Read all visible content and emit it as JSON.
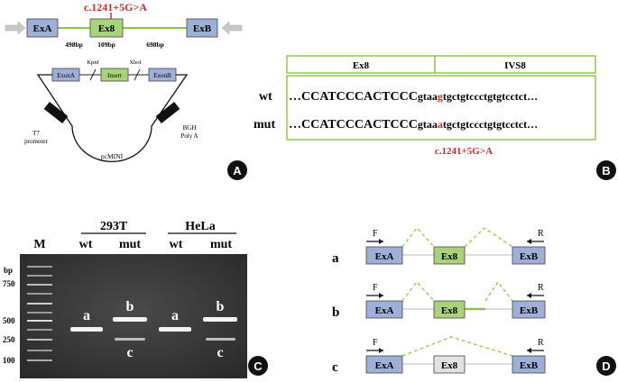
{
  "panel_a": {
    "mutation": "c.1241+5G>A",
    "exa": "ExA",
    "ex8": "Ex8",
    "exb": "ExB",
    "len1": "498bp",
    "len2": "109bp",
    "len3": "698bp",
    "kpni": "KpnI",
    "xhoi": "XhoI",
    "exona": "ExonA",
    "insert": "Insert",
    "exonb": "ExonB",
    "t7a": "T7",
    "t7b": "promoter",
    "bgha": "BGH",
    "bghb": "Poly A",
    "vector": "pcMINI",
    "badge": "A"
  },
  "panel_b": {
    "col1": "Ex8",
    "col2": "IVS8",
    "wt_label": "wt",
    "mut_label": "mut",
    "wt_exon": "…CCATCCCACTCCC",
    "wt_intron_pre": "gtaa",
    "wt_base": "g",
    "wt_intron_post": "tgctgtccctgtgtcctct…",
    "mut_exon": "…CCATCCCACTCCC",
    "mut_intron_pre": "gtaa",
    "mut_base": "a",
    "mut_intron_post": "tgctgtccctgtgtcctct…",
    "mutation": "c.1241+5G>A",
    "badge": "B"
  },
  "panel_c": {
    "group1": "293T",
    "group2": "HeLa",
    "m": "M",
    "wt1": "wt",
    "mut1": "mut",
    "wt2": "wt",
    "mut2": "mut",
    "bp": "bp",
    "ladder": [
      "750",
      "500",
      "250",
      "100"
    ],
    "band_a1": "a",
    "band_b1": "b",
    "band_c1": "c",
    "band_a2": "a",
    "band_b2": "b",
    "band_c2": "c",
    "badge": "C"
  },
  "panel_d": {
    "rows": [
      {
        "label": "a",
        "f": "F",
        "r": "R",
        "exa": "ExA",
        "ex8": "Ex8",
        "exb": "ExB"
      },
      {
        "label": "b",
        "f": "F",
        "r": "R",
        "exa": "ExA",
        "ex8": "Ex8",
        "exb": "ExB"
      },
      {
        "label": "c",
        "f": "F",
        "r": "R",
        "exa": "ExA",
        "ex8": "Ex8",
        "exb": "ExB"
      }
    ],
    "badge": "D"
  },
  "colors": {
    "exon_blue": "#9fb0d8",
    "exon_green": "#a9d37a",
    "line_green": "#8cc63f",
    "red": "#d0282e",
    "gel": "#3a3a3a"
  }
}
